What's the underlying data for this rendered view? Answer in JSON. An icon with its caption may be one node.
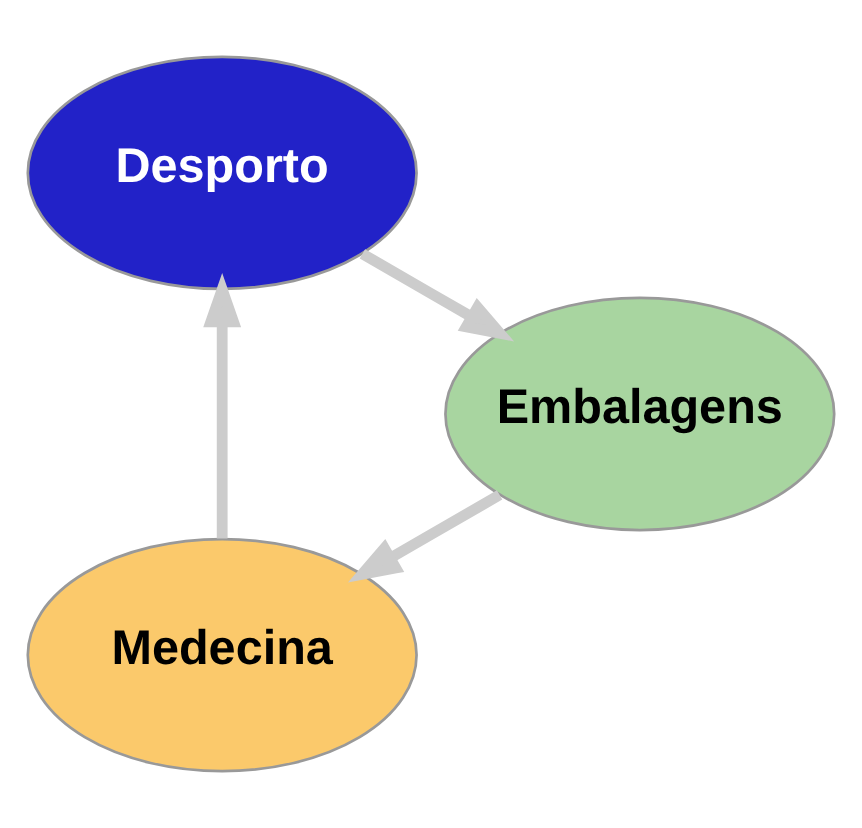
{
  "diagram": {
    "nodes": [
      {
        "text": [
          "Medecina"
        ]
      },
      {
        "text": [
          "Desporto"
        ]
      },
      {
        "text": [
          "Embalagens"
        ]
      }
    ],
    "edges": [
      {
        "from": 0,
        "to": 1,
        "arrow": "to"
      },
      {
        "from": 1,
        "to": 2,
        "arrow": "to"
      },
      {
        "from": 2,
        "to": 0,
        "arrow": "to"
      }
    ]
  }
}
